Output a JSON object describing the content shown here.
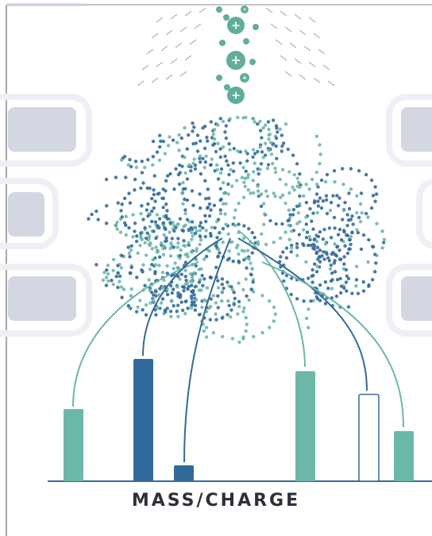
{
  "diagram": {
    "axis_label": "MASS/CHARGE",
    "colors": {
      "teal": "#6bb8a8",
      "navy": "#336a9c",
      "pale_box": "#d2d7e1",
      "border": "#8c8c8c",
      "ion": "#5fae9c",
      "arrow": "#b3b3b3"
    },
    "ions": [
      {
        "charge_symbol": "+"
      },
      {
        "charge_symbol": "+"
      },
      {
        "charge_symbol": "+"
      },
      {
        "charge_symbol": "+"
      },
      {
        "charge_symbol": "+"
      }
    ],
    "peaks": [
      {
        "color": "teal",
        "relative_height": 0.59,
        "style": "filled"
      },
      {
        "color": "navy",
        "relative_height": 1.0,
        "style": "filled"
      },
      {
        "color": "navy",
        "relative_height": 0.13,
        "style": "filled"
      },
      {
        "color": "teal",
        "relative_height": 0.9,
        "style": "filled"
      },
      {
        "color": "navy",
        "relative_height": 0.71,
        "style": "outline"
      },
      {
        "color": "teal",
        "relative_height": 0.41,
        "style": "filled"
      }
    ]
  }
}
